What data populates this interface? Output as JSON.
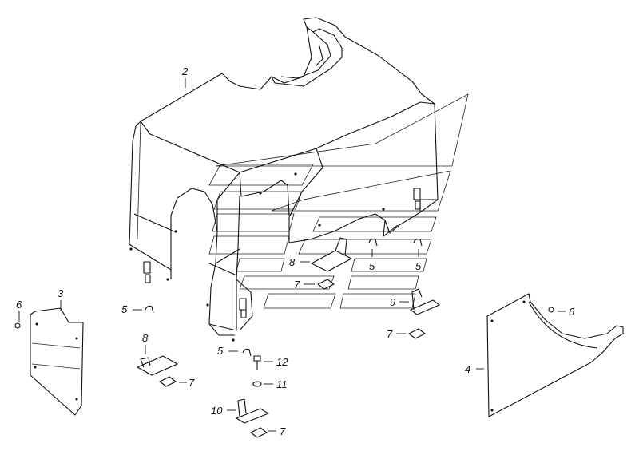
{
  "labels": {
    "l2": "2",
    "l3": "3",
    "l4": "4",
    "l5a": "5",
    "l5b": "5",
    "l5c": "5",
    "l5d": "5",
    "l6a": "6",
    "l6b": "6",
    "l7a": "7",
    "l7b": "7",
    "l7c": "7",
    "l7d": "7",
    "l8a": "8",
    "l8b": "8",
    "l9": "9",
    "l10": "10",
    "l11": "11",
    "l12": "12"
  },
  "colors": {
    "line": "#111111",
    "background": "#ffffff"
  }
}
